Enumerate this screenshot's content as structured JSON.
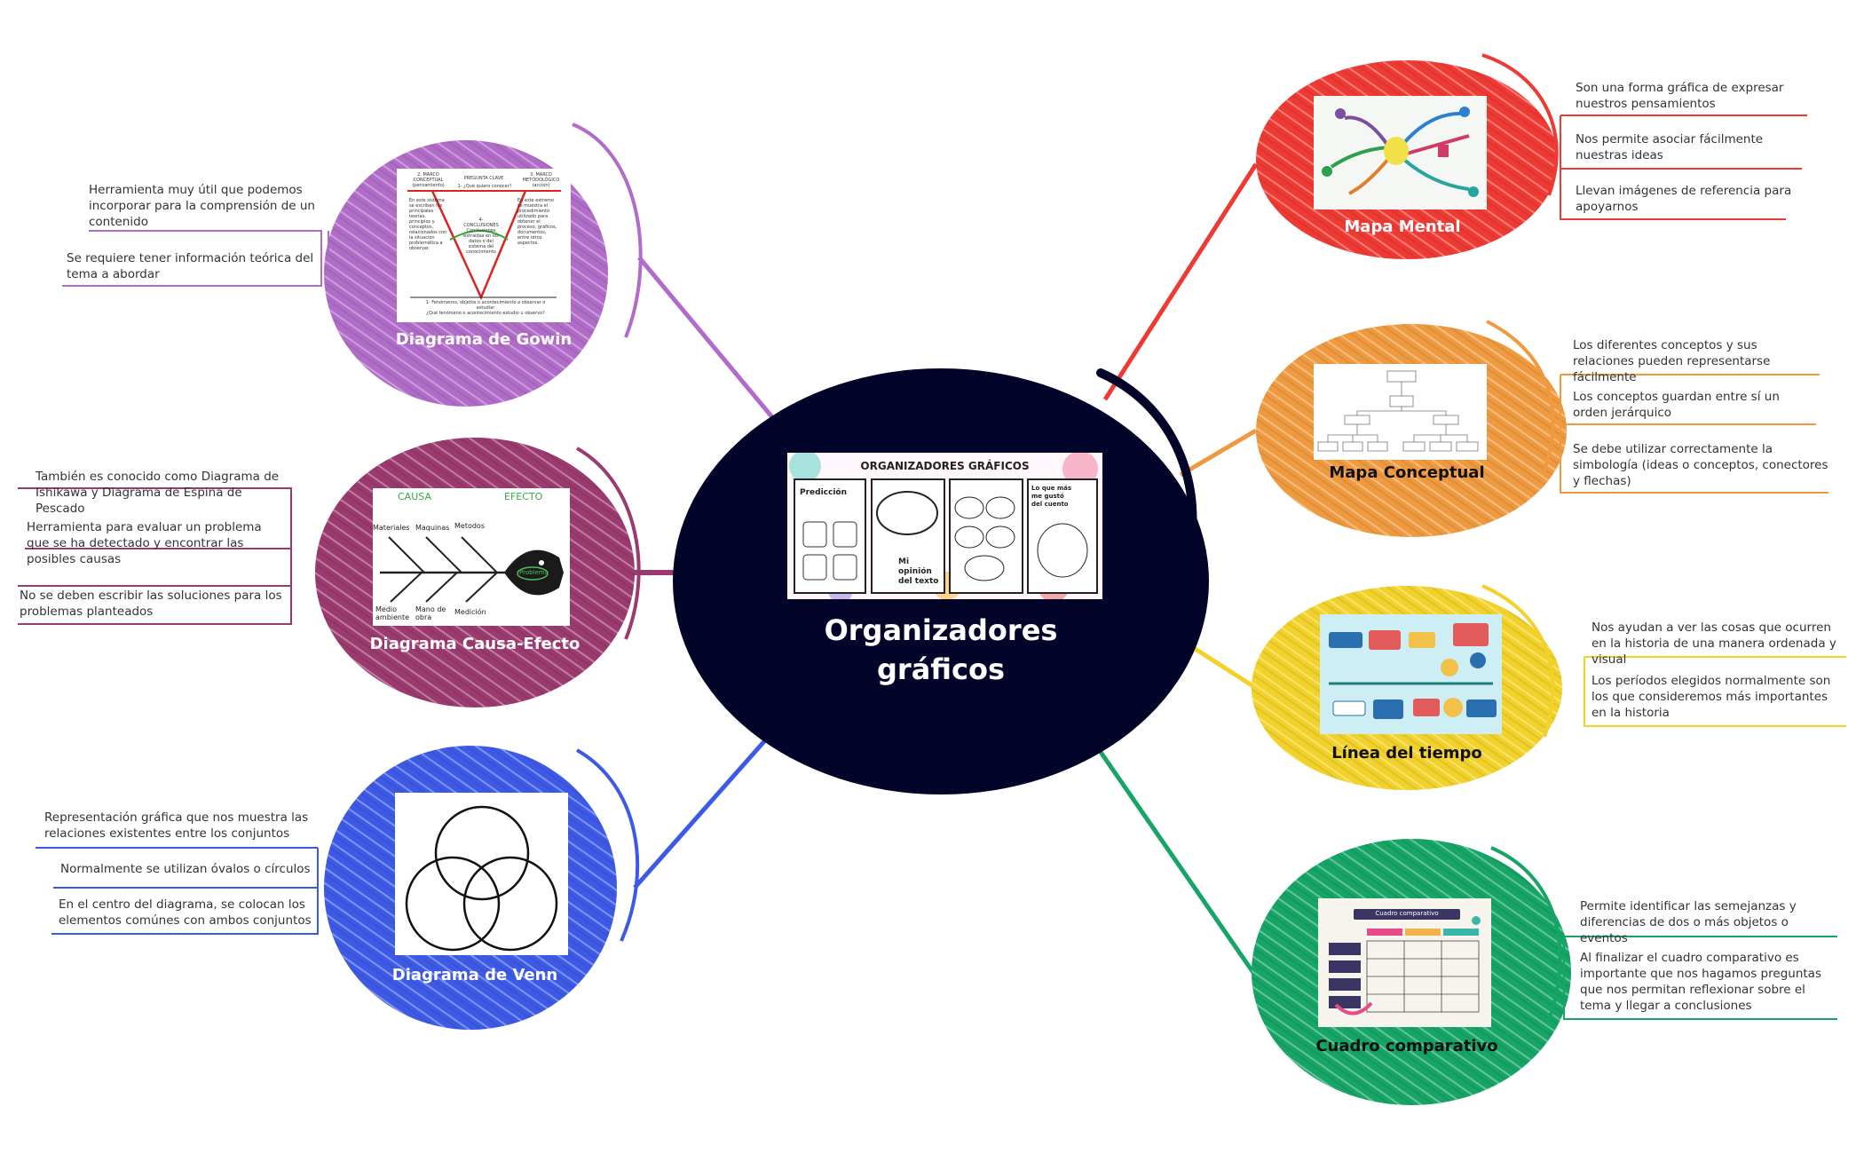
{
  "center": {
    "title_line1": "Organizadores",
    "title_line2": "gráficos",
    "image_title": "ORGANIZADORES GRÁFICOS",
    "image_panel_prediccion": "Predicción",
    "image_panel_opinion": "Mi opinión del texto",
    "image_panel_mas": "Lo que más me gustó del cuento"
  },
  "branches": {
    "gowin": {
      "label": "Diagrama de Gowin",
      "color": "#b06cc8",
      "notes": [
        "Herramienta muy útil que podemos incorporar para la comprensión de un contenido",
        "Se requiere tener información teórica del tema a abordar"
      ],
      "image": {
        "left_head": "2. MARCO CONCEPTUAL (pensamiento)",
        "center_head": "PREGUNTA CLAVE",
        "right_head": "3. MARCO METODOLÓGICO (acción)",
        "question": "1- ¿Qué quiero conocer?",
        "left_text": "En este sistema se escriben los principales teorías, principios y conceptos, relacionados con la situación problemática a observar.",
        "center_text": "4- CONCLUSIONES Conclusiones extraídas en los datos o del sistema del conocimiento",
        "right_text": "En este extremo se muestra el procedimiento utilizado para obtener el proceso, gráficos, documentos, entre otros aspectos.",
        "bottom_text": "1- Fenómenos, objetos o acontecimiento a observar o estudiar",
        "bottom_question": "¿Qué fenómeno o acontecimiento estudio u observo?"
      }
    },
    "causa": {
      "label": "Diagrama Causa-Efecto",
      "color": "#9b3a6e",
      "notes": [
        "También es conocido como Diagrama de Ishikawa y Diagrama de Espina de Pescado",
        "Herramienta para evaluar un problema que se ha detectado y encontrar las posibles causas",
        "No se deben escribir las soluciones para los problemas planteados"
      ],
      "image": {
        "causa": "CAUSA",
        "efecto": "EFECTO",
        "top": [
          "Materiales",
          "Maquinas",
          "Metodos"
        ],
        "bottom": [
          "Medio ambiente",
          "Mano de obra",
          "Medición"
        ],
        "problema": "Problema"
      }
    },
    "venn": {
      "label": "Diagrama de Venn",
      "color": "#3d5ae6",
      "notes": [
        "Representación gráfica que nos muestra las relaciones existentes entre los conjuntos",
        "Normalmente se utilizan óvalos o círculos",
        "En el centro del diagrama, se colocan los elementos comúnes con ambos conjuntos"
      ]
    },
    "mental": {
      "label": "Mapa Mental",
      "color": "#ef3a34",
      "notes": [
        "Son una forma gráfica de expresar nuestros pensamientos",
        "Nos permite asociar fácilmente nuestras ideas",
        "Llevan imágenes de referencia para apoyarnos"
      ]
    },
    "conceptual": {
      "label": "Mapa Conceptual",
      "color": "#f09a40",
      "notes": [
        "Los diferentes conceptos y sus relaciones pueden representarse fácilmente",
        "Los conceptos guardan entre sí un orden jerárquico",
        "Se debe utilizar correctamente la simbología (ideas o conceptos, conectores y flechas)"
      ]
    },
    "linea": {
      "label": "Línea del tiempo",
      "color": "#f2d22a",
      "notes": [
        "Nos ayudan a ver las cosas que ocurren en la historia de una manera ordenada y visual",
        "Los períodos elegidos normalmente son los que consideremos más importantes en la historia"
      ]
    },
    "cuadro": {
      "label": "Cuadro comparativo",
      "color": "#16a566",
      "notes": [
        "Permite identificar las semejanzas y diferencias de dos o más objetos o eventos",
        "Al finalizar el cuadro comparativo es importante que nos hagamos preguntas que nos permitan reflexionar sobre el tema y llegar a conclusiones"
      ],
      "image": {
        "title": "Cuadro comparativo"
      }
    }
  }
}
